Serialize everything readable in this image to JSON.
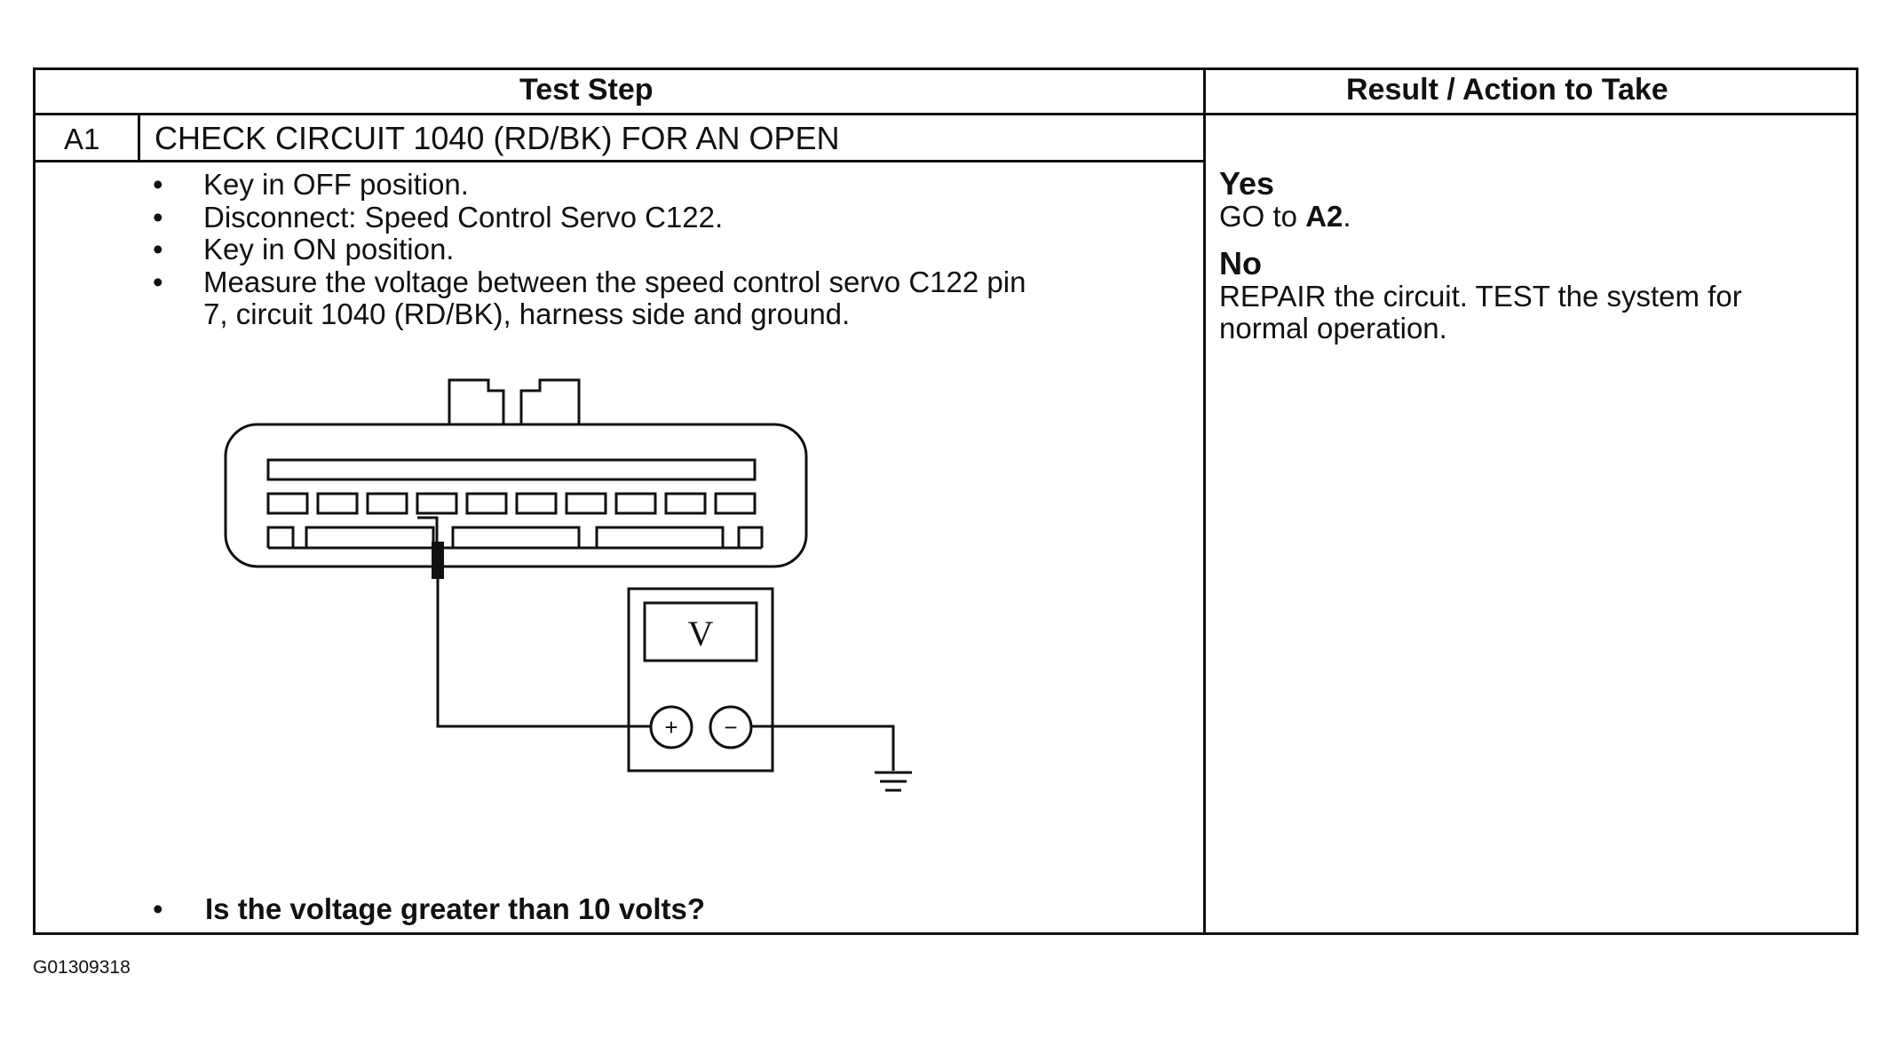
{
  "table": {
    "header": {
      "test_step": "Test Step",
      "result_action": "Result / Action to Take"
    },
    "step": {
      "id": "A1",
      "title": "CHECK CIRCUIT 1040 (RD/BK) FOR AN OPEN",
      "instructions": [
        "Key in OFF position.",
        "Disconnect: Speed Control Servo C122.",
        "Key in ON position.",
        "Measure the voltage between the speed control servo C122 pin",
        "7, circuit 1040 (RD/BK), harness side and ground."
      ],
      "question": "Is the voltage greater than 10 volts?"
    },
    "results": {
      "yes_label": "Yes",
      "yes_action_prefix": "GO to ",
      "yes_action_target": "A2",
      "yes_action_suffix": ".",
      "no_label": "No",
      "no_action_lines": [
        "REPAIR the circuit. TEST the system for",
        "normal operation."
      ]
    }
  },
  "diagram": {
    "meter_symbol": "V",
    "positive_symbol": "+",
    "negative_symbol": "−",
    "icons": [
      "connector-icon",
      "voltmeter-icon",
      "ground-icon"
    ]
  },
  "figure_id": "G01309318"
}
